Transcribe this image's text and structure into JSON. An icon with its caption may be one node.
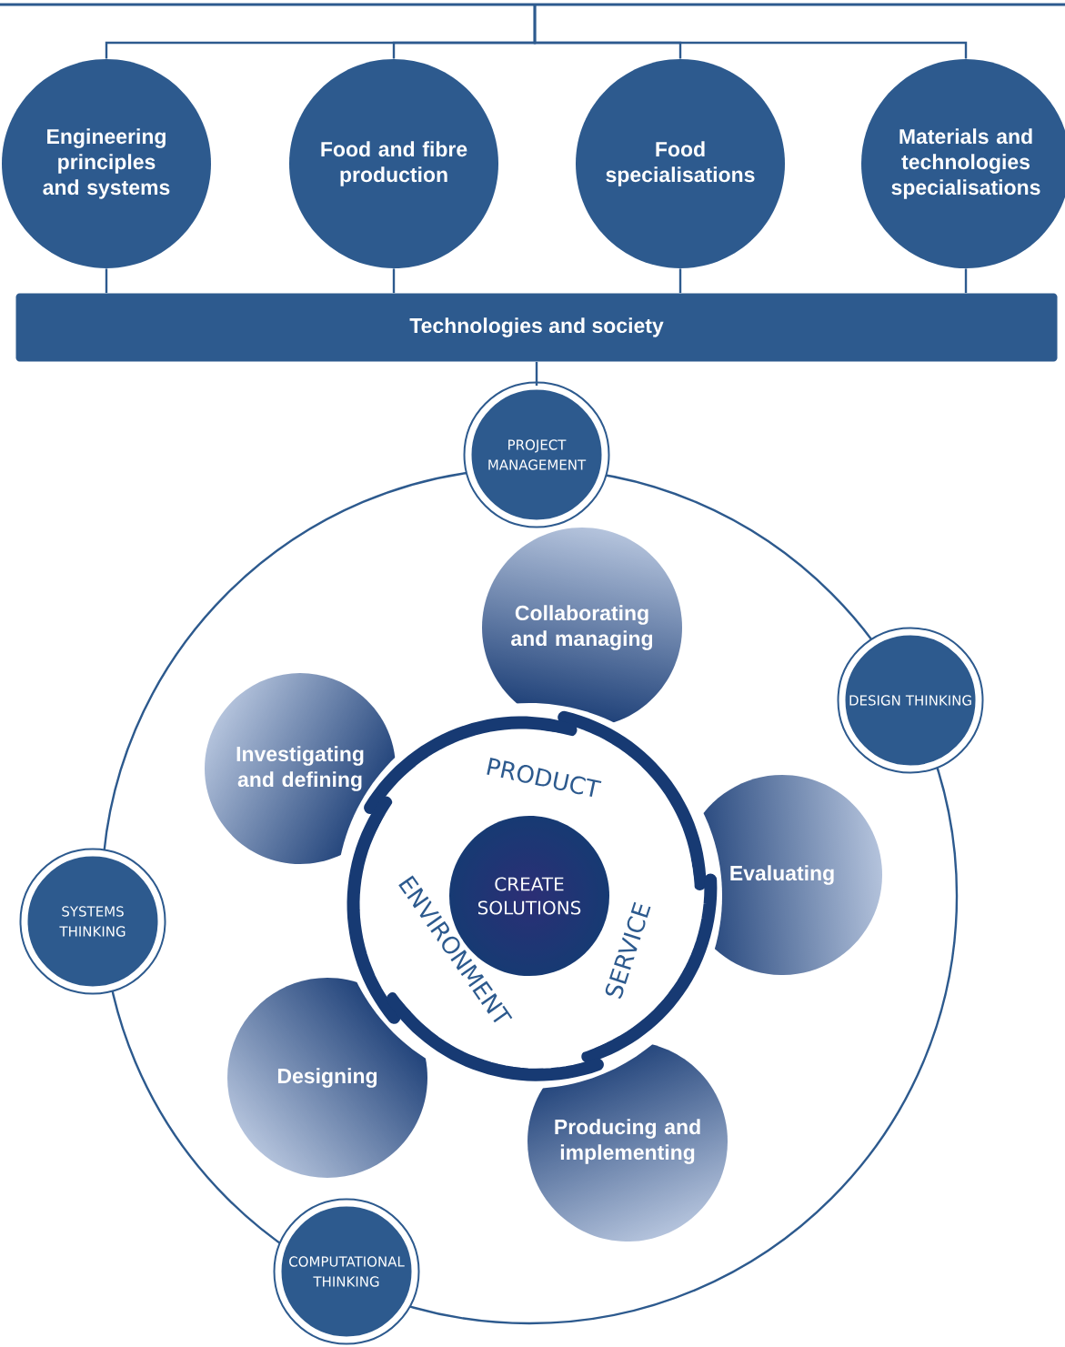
{
  "diagram": {
    "nodes": [
      {
        "text": [
          "Engineering principles and systems"
        ]
      },
      {
        "text": [
          "Food and fibre production"
        ]
      },
      {
        "text": [
          "Food specialisations"
        ]
      },
      {
        "text": [
          "Materials and technologies specialisations"
        ]
      },
      {
        "text": [
          "Technologies and society"
        ]
      },
      {
        "text": [
          "PROJECT MANAGEMENT"
        ]
      },
      {
        "text": [
          "DESIGN THINKING"
        ]
      },
      {
        "text": [
          "SYSTEMS THINKING"
        ]
      },
      {
        "text": [
          "COMPUTATIONAL THINKING"
        ]
      },
      {
        "text": [
          "Collaborating and managing"
        ]
      },
      {
        "text": [
          "Investigating and defining"
        ]
      },
      {
        "text": [
          "Evaluating"
        ]
      },
      {
        "text": [
          "Designing"
        ]
      },
      {
        "text": [
          "Producing and implementing"
        ]
      },
      {
        "text": [
          "CREATE SOLUTIONS"
        ]
      }
    ],
    "edges": [
      {
        "from": null,
        "to": 0,
        "arrow": "none"
      },
      {
        "from": null,
        "to": 1,
        "arrow": "none"
      },
      {
        "from": null,
        "to": 2,
        "arrow": "none"
      },
      {
        "from": null,
        "to": 3,
        "arrow": "none"
      },
      {
        "from": 0,
        "to": 4,
        "arrow": "none"
      },
      {
        "from": 1,
        "to": 4,
        "arrow": "none"
      },
      {
        "from": 2,
        "to": 4,
        "arrow": "none"
      },
      {
        "from": 3,
        "to": 4,
        "arrow": "none"
      },
      {
        "from": 4,
        "to": 5,
        "arrow": "none"
      }
    ],
    "labels": [
      "PRODUCT",
      "SERVICE",
      "ENVIRONMENT"
    ]
  }
}
